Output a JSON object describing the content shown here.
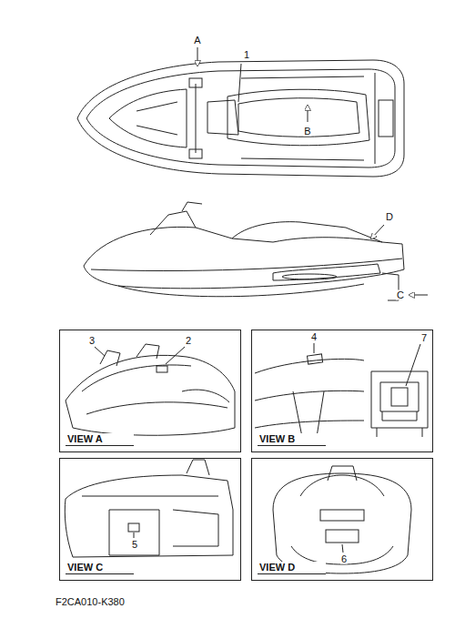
{
  "diagram": {
    "nodes": [
      {
        "text": [
          "VIEW A"
        ]
      },
      {
        "text": [
          "VIEW B"
        ]
      },
      {
        "text": [
          "VIEW C"
        ]
      },
      {
        "text": [
          "VIEW D"
        ]
      }
    ],
    "labels": [
      "A",
      "1",
      "B",
      "D",
      "C",
      "3",
      "2",
      "4",
      "7",
      "5",
      "6",
      "F2CA010-K380"
    ]
  }
}
